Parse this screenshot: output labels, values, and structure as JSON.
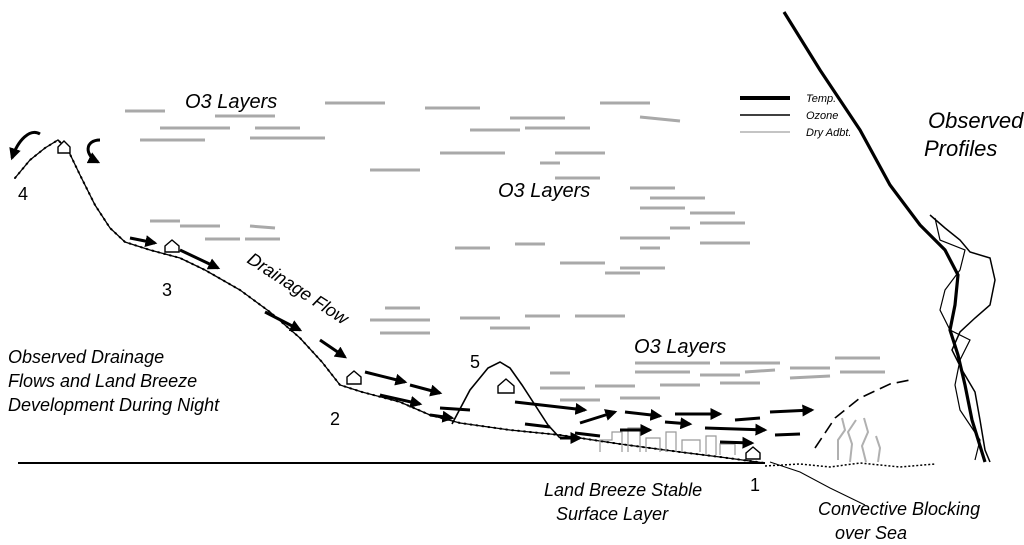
{
  "labels": {
    "o3_top": "O3 Layers",
    "o3_middle": "O3 Layers",
    "o3_low": "O3 Layers",
    "drainage_flow": "Drainage Flow",
    "observed_line1": "Observed Drainage",
    "observed_line2": "Flows and Land Breeze",
    "observed_line3": "Development During Night",
    "land_breeze_line1": "Land Breeze Stable",
    "land_breeze_line2": "Surface Layer",
    "convective_line1": "Convective Blocking",
    "convective_line2": "over Sea",
    "profiles_line1": "Observed",
    "profiles_line2": "Profiles"
  },
  "legend": {
    "temp": "Temp.",
    "ozone": "Ozone",
    "dry": "Dry Adbt."
  },
  "site_numbers": {
    "n1": "1",
    "n2": "2",
    "n3": "3",
    "n4": "4",
    "n5": "5"
  },
  "colors": {
    "ink": "#000000",
    "o3_layer": "#a9a9a9",
    "dry_adiabat": "#b0b0b0"
  }
}
